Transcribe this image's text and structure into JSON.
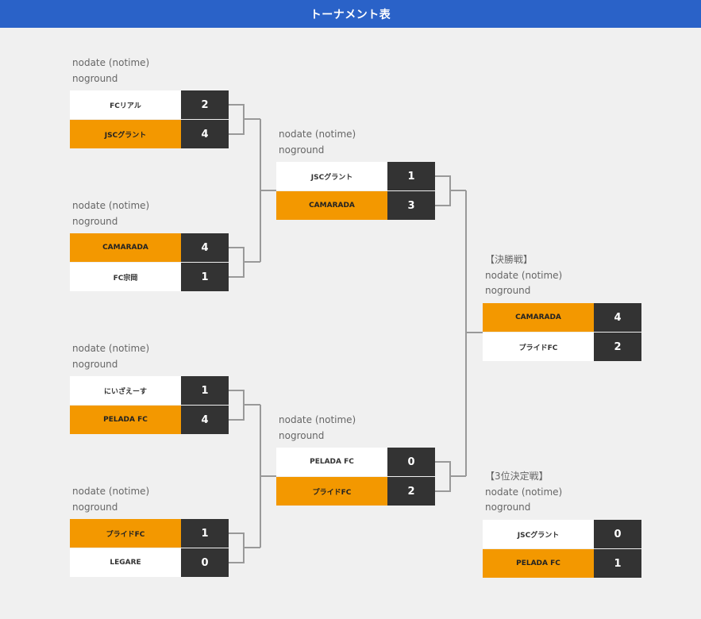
{
  "header": {
    "title": "トーナメント表"
  },
  "matches": [
    {
      "label": "",
      "date": "nodate (notime)",
      "ground": "noground",
      "teams": [
        {
          "name": "FCリアル",
          "score": "2",
          "winner": false
        },
        {
          "name": "JSCグラント",
          "score": "4",
          "winner": true
        }
      ]
    },
    {
      "label": "",
      "date": "nodate (notime)",
      "ground": "noground",
      "teams": [
        {
          "name": "CAMARADA",
          "score": "4",
          "winner": true
        },
        {
          "name": "FC宗岡",
          "score": "1",
          "winner": false
        }
      ]
    },
    {
      "label": "",
      "date": "nodate (notime)",
      "ground": "noground",
      "teams": [
        {
          "name": "にいざえーす",
          "score": "1",
          "winner": false
        },
        {
          "name": "PELADA FC",
          "score": "4",
          "winner": true
        }
      ]
    },
    {
      "label": "",
      "date": "nodate (notime)",
      "ground": "noground",
      "teams": [
        {
          "name": "プライドFC",
          "score": "1",
          "winner": true
        },
        {
          "name": "LEGARE",
          "score": "0",
          "winner": false
        }
      ]
    },
    {
      "label": "",
      "date": "nodate (notime)",
      "ground": "noground",
      "teams": [
        {
          "name": "JSCグラント",
          "score": "1",
          "winner": false
        },
        {
          "name": "CAMARADA",
          "score": "3",
          "winner": true
        }
      ]
    },
    {
      "label": "",
      "date": "nodate (notime)",
      "ground": "noground",
      "teams": [
        {
          "name": "PELADA FC",
          "score": "0",
          "winner": false
        },
        {
          "name": "プライドFC",
          "score": "2",
          "winner": true
        }
      ]
    },
    {
      "label": "【決勝戦】",
      "date": "nodate (notime)",
      "ground": "noground",
      "teams": [
        {
          "name": "CAMARADA",
          "score": "4",
          "winner": true
        },
        {
          "name": "プライドFC",
          "score": "2",
          "winner": false
        }
      ]
    },
    {
      "label": "【3位決定戦】",
      "date": "nodate (notime)",
      "ground": "noground",
      "teams": [
        {
          "name": "JSCグラント",
          "score": "0",
          "winner": false
        },
        {
          "name": "PELADA FC",
          "score": "1",
          "winner": true
        }
      ]
    }
  ],
  "colors": {
    "header": "#2a62c8",
    "winner": "#f39800",
    "score_bg": "#333333",
    "connector": "#999999"
  }
}
